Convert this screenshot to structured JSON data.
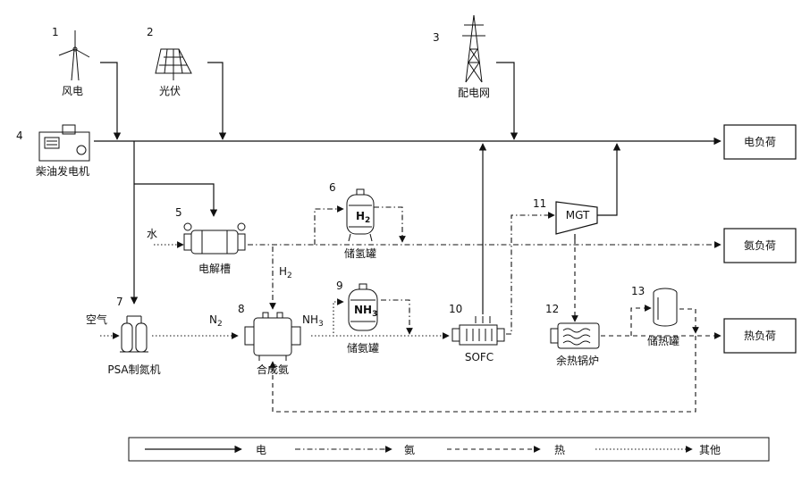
{
  "numbers": [
    "1",
    "2",
    "3",
    "4",
    "5",
    "6",
    "7",
    "8",
    "9",
    "10",
    "11",
    "12",
    "13"
  ],
  "labels": {
    "wind": "风电",
    "pv": "光伏",
    "grid": "配电网",
    "diesel": "柴油发电机",
    "electrolyzer": "电解槽",
    "h2_tank": "储氢罐",
    "psa": "PSA制氮机",
    "ammonia_synth": "合成氨",
    "nh3_tank": "储氨罐",
    "sofc": "SOFC",
    "mgt": "MGT",
    "boiler": "余热锅炉",
    "heat_tank": "储热罐",
    "water": "水",
    "air": "空气",
    "h2_symbol": "H",
    "h2_sub": "2",
    "n2_symbol": "N",
    "n2_sub": "2",
    "nh3_symbol": "NH",
    "nh3_sub": "3",
    "tank_h2": "H",
    "tank_h2_sub": "2",
    "tank_nh3": "NH",
    "tank_nh3_sub": "3"
  },
  "loads": {
    "electric": "电负荷",
    "ammonia": "氨负荷",
    "heat": "热负荷"
  },
  "legend": {
    "electric": "电",
    "ammonia": "氨",
    "heat": "热",
    "other": "其他"
  }
}
